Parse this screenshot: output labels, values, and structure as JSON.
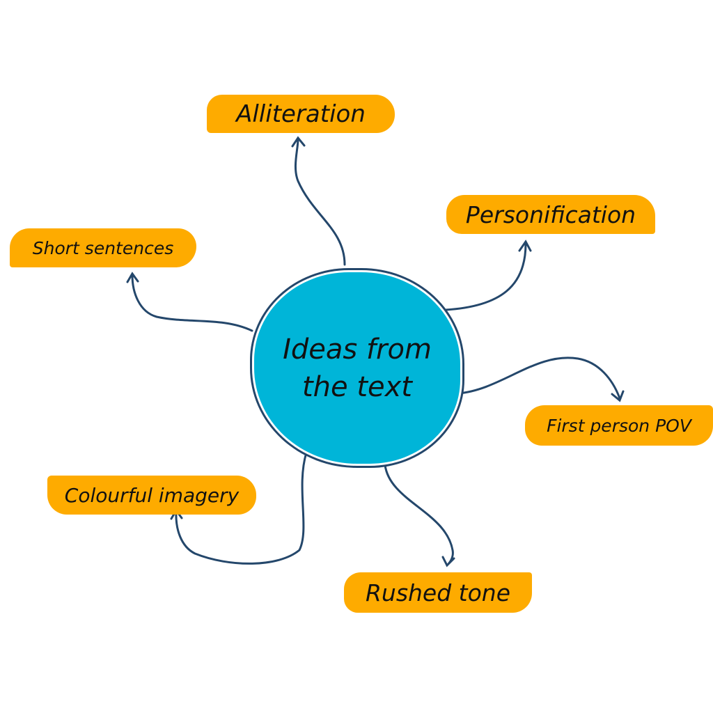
{
  "center": {
    "line1": "Ideas from",
    "line2": "the text"
  },
  "nodes": [
    {
      "id": "alliteration",
      "label": "Alliteration"
    },
    {
      "id": "personification",
      "label": "Personification"
    },
    {
      "id": "short-sentences",
      "label": "Short sentences"
    },
    {
      "id": "first-person-pov",
      "label": "First person POV"
    },
    {
      "id": "colourful-imagery",
      "label": "Colourful imagery"
    },
    {
      "id": "rushed-tone",
      "label": "Rushed tone"
    }
  ],
  "colors": {
    "node": "#FEAB00",
    "center": "#00B5D8",
    "line": "#24476B"
  }
}
